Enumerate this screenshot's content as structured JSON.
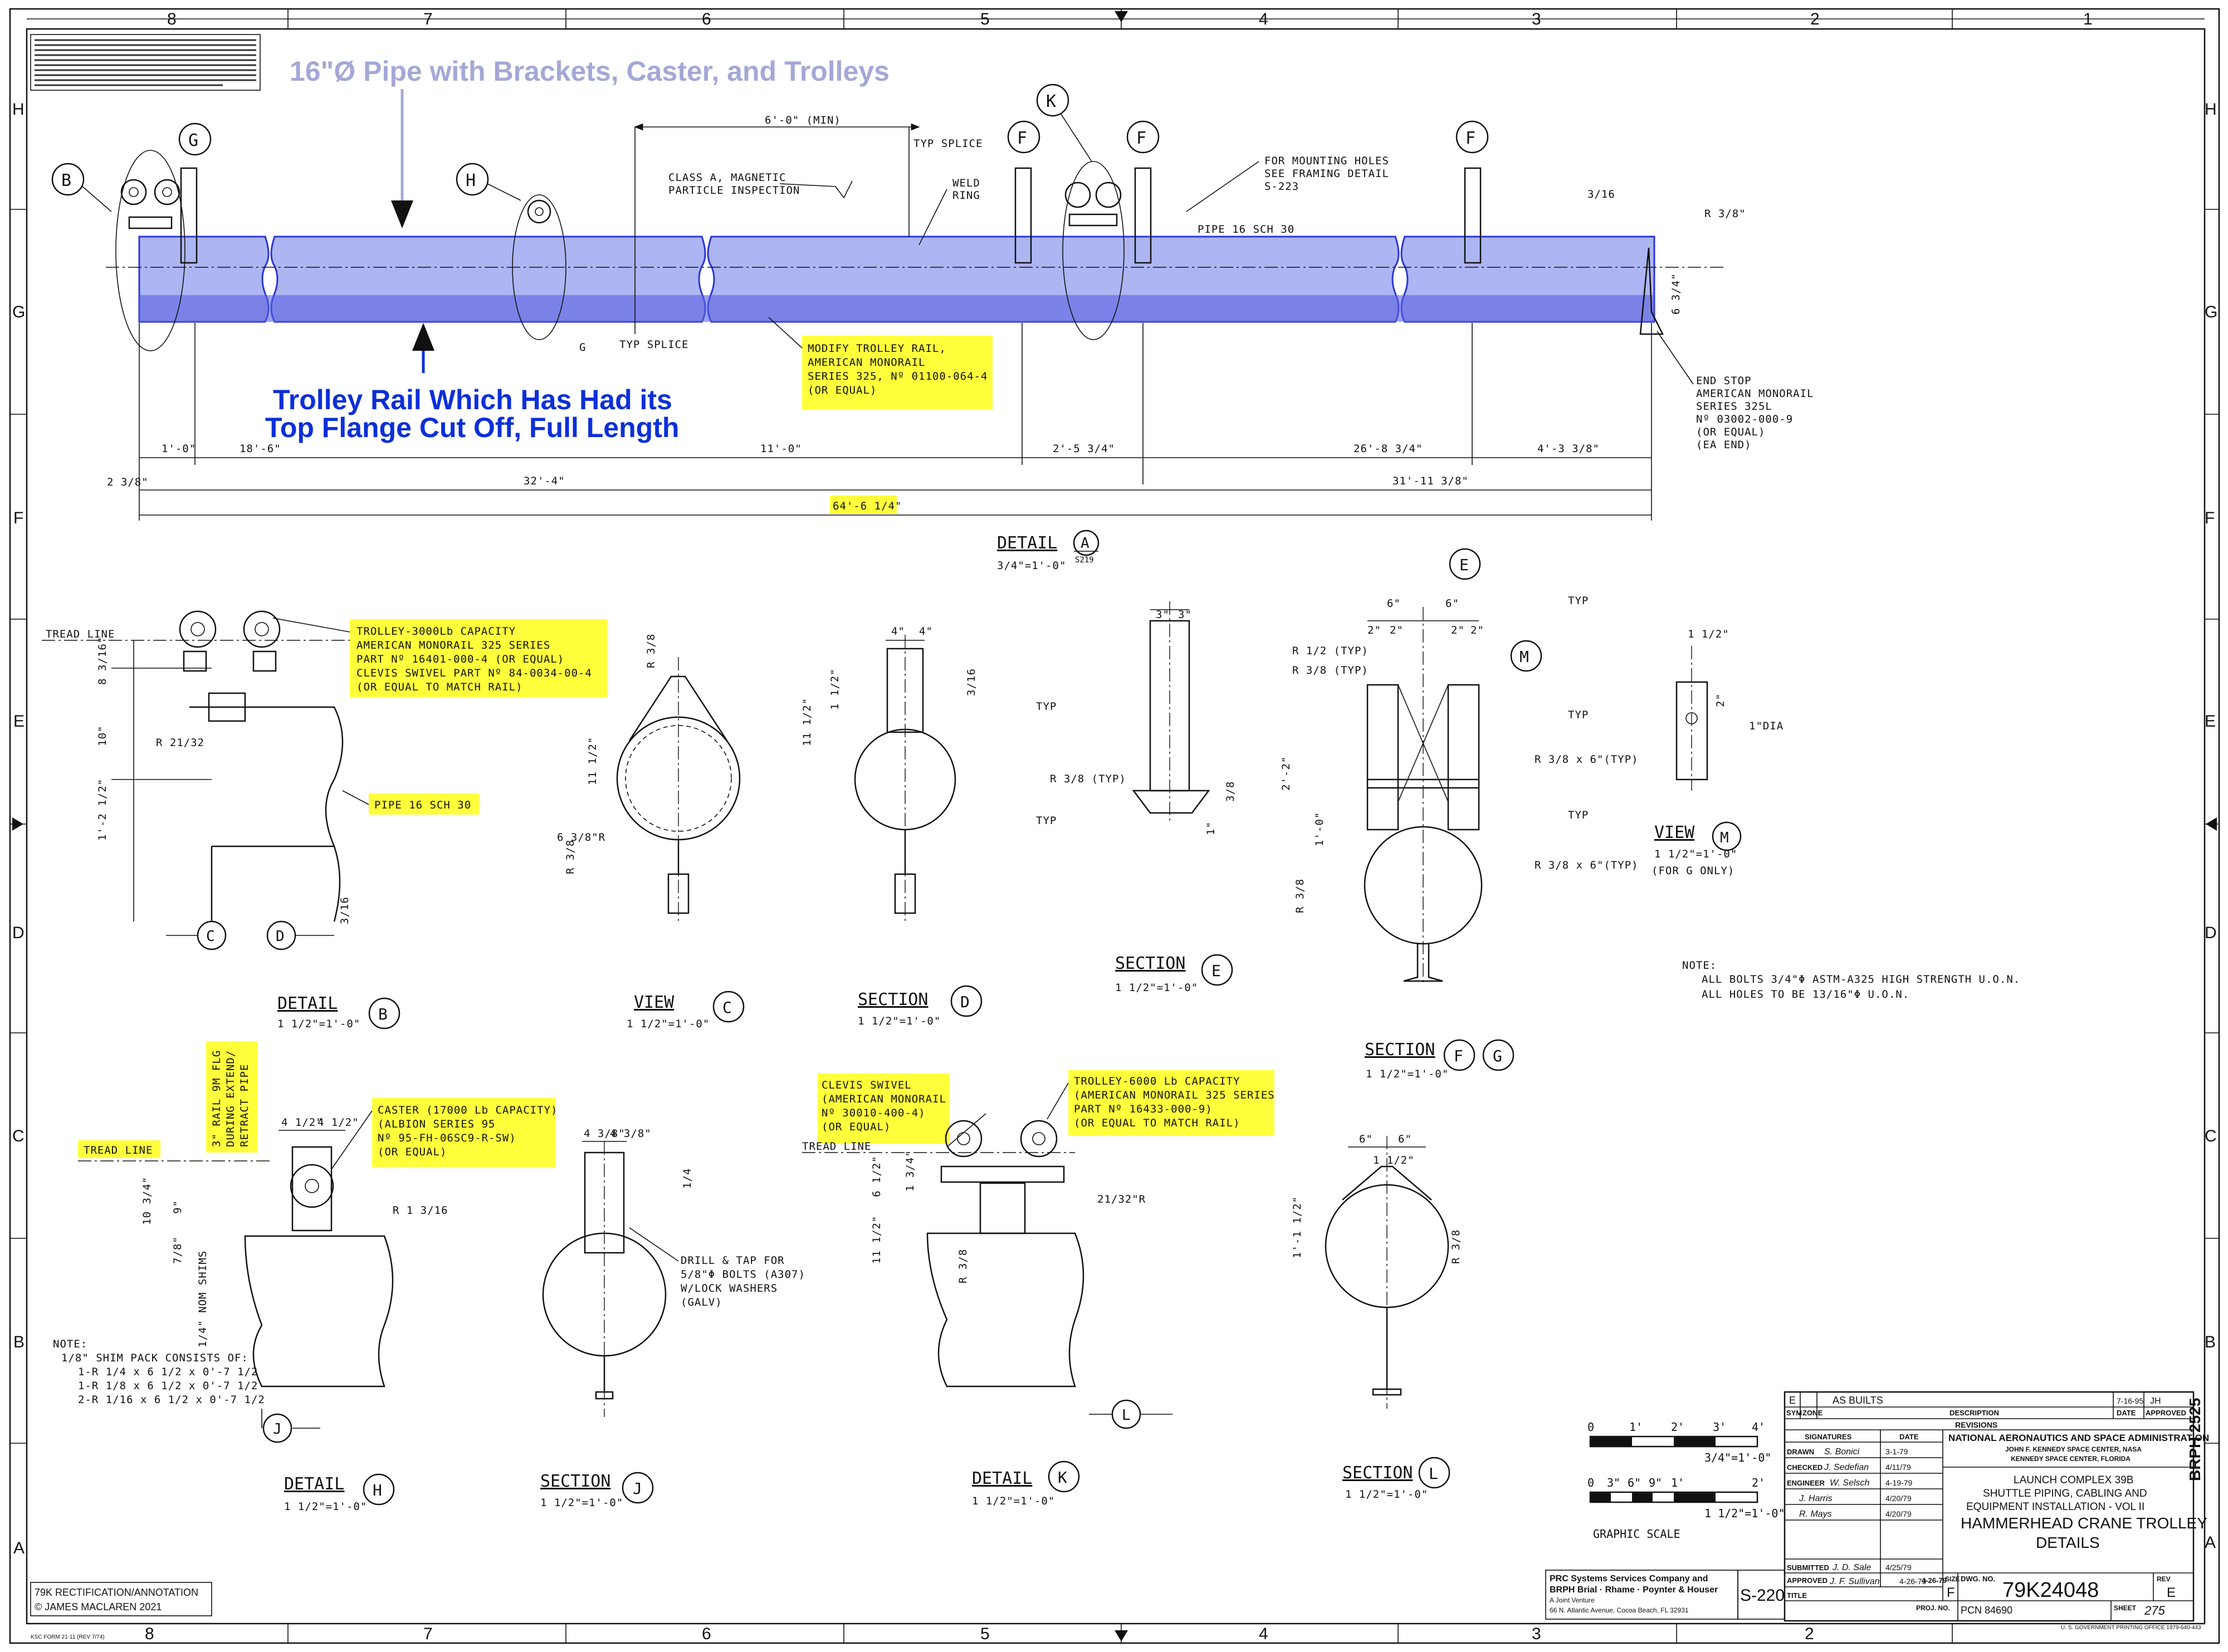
{
  "annotations": {
    "pipe_title": "16\"Ø Pipe with Brackets, Caster, and Trolleys",
    "rail_note_line1": "Trolley Rail Which Has Had its",
    "rail_note_line2": "Top Flange Cut Off, Full Length",
    "rectification_line1": "79K RECTIFICATION/ANNOTATION",
    "rectification_line2": "© JAMES MACLAREN 2021"
  },
  "zones": {
    "columns": [
      "8",
      "7",
      "6",
      "5",
      "4",
      "3",
      "2",
      "1"
    ],
    "rows": [
      "H",
      "G",
      "F",
      "E",
      "D",
      "C",
      "B",
      "A"
    ]
  },
  "detail_a": {
    "labels": {
      "min": "6'-0\" (MIN)",
      "typ_splice_top": "TYP SPLICE",
      "typ_splice_bottom": "TYP SPLICE",
      "mag_line1": "CLASS A, MAGNETIC",
      "mag_line2": "PARTICLE INSPECTION",
      "weld_line1": "WELD",
      "weld_line2": "RING",
      "mount_line1": "FOR MOUNTING HOLES",
      "mount_line2": "SEE FRAMING DETAIL",
      "mount_line3": "S-223",
      "pipe": "PIPE 16 SCH 30",
      "end_r": "R 3/8\"",
      "weld_3_16": "3/16",
      "dim_6_3_4": "6 3/4\"",
      "section_g_bottom": "G",
      "end_stop_1": "END STOP",
      "end_stop_2": "AMERICAN MONORAIL",
      "end_stop_3": "SERIES 325L",
      "end_stop_4": "Nº 03002-000-9",
      "end_stop_5": "(OR EQUAL)",
      "end_stop_6": "(EA END)"
    },
    "callouts": [
      "B",
      "G",
      "H",
      "K",
      "F",
      "F",
      "F"
    ],
    "modify_note": [
      "MODIFY TROLLEY RAIL,",
      "AMERICAN MONORAIL",
      "SERIES 325, Nº 01100-064-4",
      "(OR EQUAL)"
    ],
    "dims_row1": [
      "1'-0\"",
      "18'-6\"",
      "11'-0\"",
      "2'-5 3/4\"",
      "26'-8 3/4\"",
      "4'-3 3/8\""
    ],
    "dims_row2": [
      "2 3/8\"",
      "32'-4\"",
      "31'-11 3/8\""
    ],
    "overall": "64'-6 1/4\"",
    "title": "DETAIL",
    "mark": "A",
    "sheet_ref": "S219",
    "scale": "3/4\"=1'-0\""
  },
  "detail_b": {
    "tread_line": "TREAD LINE",
    "note": [
      "TROLLEY-3000Lb CAPACITY",
      "AMERICAN MONORAIL 325 SERIES",
      "PART Nº 16401-000-4 (OR EQUAL)",
      "CLEVIS SWIVEL PART Nº 84-0034-00-4",
      "(OR EQUAL TO MATCH RAIL)"
    ],
    "pipe_note": "PIPE 16 SCH 30",
    "dims": [
      "8 3/16\"",
      "10\"",
      "1'-2 1/2\"",
      "R 21/32",
      "3/16"
    ],
    "section_marks": [
      "C",
      "D"
    ],
    "title": "DETAIL",
    "mark": "B",
    "scale": "1 1/2\"=1'-0\""
  },
  "view_c": {
    "title": "VIEW",
    "mark": "C",
    "scale": "1 1/2\"=1'-0\"",
    "dims": [
      "R 3/8",
      "11 1/2\"",
      "6 3/8\"R",
      "R 3/8"
    ]
  },
  "section_d": {
    "title": "SECTION",
    "mark": "D",
    "scale": "1 1/2\"=1'-0\"",
    "dims": [
      "4\"",
      "4\"",
      "1 1/2\"",
      "11 1/2\"",
      "3/16"
    ]
  },
  "section_e": {
    "title": "SECTION",
    "mark": "E",
    "scale": "1 1/2\"=1'-0\"",
    "dims": [
      "3\"",
      "3\"",
      "R 3/8 (TYP)",
      "TYP",
      "TYP",
      "1\"",
      "3/8"
    ]
  },
  "section_fg": {
    "title": "SECTION",
    "marks": [
      "F",
      "G"
    ],
    "scale": "1 1/2\"=1'-0\"",
    "dims": [
      "6\"",
      "6\"",
      "2\"",
      "2\"",
      "2\"",
      "2\"",
      "R 1/2 (TYP)",
      "R 3/8 (TYP)",
      "2'-2\"",
      "1'-0\"",
      "R 3/8",
      "R 3/8 x 6\"(TYP)",
      "R 3/8 x 6\"(TYP)",
      "TYP",
      "TYP",
      "TYP"
    ],
    "callouts": [
      "E",
      "M"
    ]
  },
  "view_m": {
    "title": "VIEW",
    "mark": "M",
    "scale": "1 1/2\"=1'-0\"",
    "sub": "(FOR G ONLY)",
    "dims": [
      "1 1/2\"",
      "2\"",
      "1\"DIA"
    ]
  },
  "general_note": {
    "head": "NOTE:",
    "line1": "ALL BOLTS 3/4\"Φ ASTM-A325 HIGH STRENGTH U.O.N.",
    "line2": "ALL HOLES TO BE 13/16\"Φ U.O.N."
  },
  "detail_h": {
    "tread_line": "TREAD LINE",
    "rail_note": [
      "3\" RAIL 9M FLG",
      "DURING EXTEND/",
      "RETRACT PIPE"
    ],
    "caster_note": [
      "CASTER (17000 Lb CAPACITY)",
      "(ALBION SERIES 95",
      "Nº 95-FH-06SC9-R-SW)",
      "(OR EQUAL)"
    ],
    "dims": [
      "4 1/2\"",
      "4 1/2\"",
      "R 1 3/16",
      "10 3/4\"",
      "9\"",
      "7/8\"",
      "1/4\" NOM SHIMS"
    ],
    "shim_note": [
      "NOTE:",
      "1/8\" SHIM PACK CONSISTS OF:",
      "1-R 1/4 x 6 1/2 x 0'-7 1/2",
      "1-R 1/8 x 6 1/2 x 0'-7 1/2",
      "2-R 1/16 x 6 1/2 x 0'-7 1/2"
    ],
    "section_mark": "J",
    "title": "DETAIL",
    "mark": "H",
    "scale": "1 1/2\"=1'-0\""
  },
  "section_j": {
    "title": "SECTION",
    "mark": "J",
    "scale": "1 1/2\"=1'-0\"",
    "dims": [
      "4 3/8\"",
      "4 3/8\"",
      "1/4"
    ],
    "drill_note": [
      "DRILL & TAP FOR",
      "5/8\"Φ BOLTS (A307)",
      "W/LOCK WASHERS",
      "(GALV)"
    ]
  },
  "detail_k": {
    "clevis_note": [
      "CLEVIS SWIVEL",
      "(AMERICAN MONORAIL",
      "Nº 30010-400-4)",
      "(OR EQUAL)"
    ],
    "trolley_note": [
      "TROLLEY-6000 Lb CAPACITY",
      "(AMERICAN MONORAIL 325 SERIES",
      "PART Nº 16433-000-9)",
      "(OR EQUAL TO MATCH RAIL)"
    ],
    "tread_line": "TREAD LINE",
    "dims": [
      "6 1/2\"",
      "1 3/4\"",
      "21/32\"R",
      "11 1/2\"",
      "R 3/8"
    ],
    "section_mark": "L",
    "title": "DETAIL",
    "mark": "K",
    "scale": "1 1/2\"=1'-0\""
  },
  "section_l": {
    "title": "SECTION",
    "mark": "L",
    "scale": "1 1/2\"=1'-0\"",
    "dims": [
      "6\"",
      "6\"",
      "1 1/2\"",
      "1'-1 1/2\"",
      "R 3/8"
    ]
  },
  "graphic_scale": {
    "top_ticks": [
      "0",
      "1'",
      "2'",
      "3'",
      "4'"
    ],
    "top_label": "3/4\"=1'-0\"",
    "bottom_ticks": [
      "0",
      "3\"",
      "6\"",
      "9\"",
      "1'",
      "2'"
    ],
    "bottom_label": "1 1/2\"=1'-0\"",
    "caption": "GRAPHIC  SCALE"
  },
  "title_block": {
    "rev_row": {
      "sym": "E",
      "desc": "AS BUILTS",
      "date": "7-16-95",
      "appr": "JH"
    },
    "rev_headers": [
      "SYM",
      "ZONE",
      "DESCRIPTION",
      "DATE",
      "APPROVED"
    ],
    "revisions": "REVISIONS",
    "sig_headers": [
      "SIGNATURES",
      "DATE"
    ],
    "signatures": [
      {
        "role": "DRAWN",
        "name": "S. Bonici",
        "date": "3-1-79"
      },
      {
        "role": "CHECKED",
        "name": "J. Sedefian",
        "date": "4/11/79"
      },
      {
        "role": "ENGINEER",
        "name": "W. Selsch",
        "date": "4-19-79"
      },
      {
        "role": "",
        "name": "J. Harris",
        "date": "4/20/79"
      },
      {
        "role": "",
        "name": "R. Mays",
        "date": "4/20/79"
      },
      {
        "role": "SUBMITTED",
        "name": "J. D. Sale",
        "date": "4/25/79"
      },
      {
        "role": "APPROVED",
        "name": "J. F. Sullivan",
        "date": "4-26-79"
      }
    ],
    "agency": "NATIONAL AERONAUTICS AND SPACE ADMINISTRATION",
    "center": "JOHN F. KENNEDY SPACE CENTER, NASA",
    "location": "KENNEDY SPACE CENTER, FLORIDA",
    "project1": "LAUNCH COMPLEX 39B",
    "project2": "SHUTTLE PIPING, CABLING AND",
    "project3": "EQUIPMENT INSTALLATION - VOL II",
    "title1": "HAMMERHEAD CRANE TROLLEY",
    "title2": "DETAILS",
    "title_label": "TITLE",
    "size_label": "SIZE",
    "size": "F",
    "dwg_label": "DWG. NO.",
    "dwg_no": "79K24048",
    "rev_label": "REV",
    "rev": "E",
    "proj_label": "PROJ. NO.",
    "pcn": "PCN 84690",
    "sheet_label": "SHEET",
    "sheet": "275",
    "sheet_ref": "S-220",
    "contractor1": "PRC Systems Services Company and",
    "contractor2": "BRPH Brial · Rhame · Poynter & Houser",
    "contractor3": "A Joint Venture",
    "contractor4": "66 N. Atlantic Avenue, Cocoa Beach, FL 32931",
    "side_code": "BRPH 2525",
    "gpo": "U. S. GOVERNMENT PRINTING OFFICE 1979-640-443"
  },
  "form_code": "KSC FORM 21-11 (REV 7/74)",
  "colors": {
    "pipe_fill": "#9aa3f0",
    "pipe_stroke": "#2a36d8",
    "highlight": "#ffff3b",
    "annotation_blue": "#0b2fd9",
    "annotation_lavender": "#a4a8d6"
  }
}
